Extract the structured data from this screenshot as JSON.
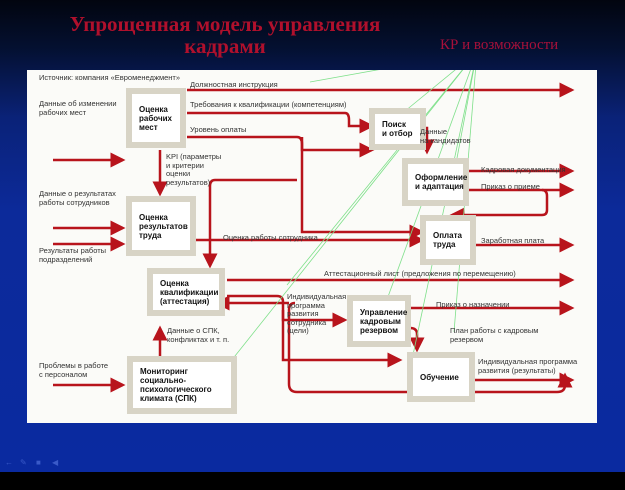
{
  "slide": {
    "title": "Упрощенная модель управления кадрами",
    "annotation": "КР и возможности",
    "colors": {
      "flow_arrow": "#b8141c",
      "annotation_lines": "#7ee08a",
      "title": "#b0102c",
      "box_frame": "#d8d4c6"
    }
  },
  "diagram": {
    "source": "Источник: компания «Евроменеджмент»",
    "boxes": {
      "job_eval": "Оценка\nрабочих\nмест",
      "search": "Поиск\nи отбор",
      "onboarding": "Оформление\nи адаптация",
      "perf_eval": "Оценка\nрезультатов\nтруда",
      "pay": "Оплата\nтруда",
      "qual_eval": "Оценка\nквалификации\n(аттестация)",
      "reserve": "Управление\nкадровым\nрезервом",
      "training": "Обучение",
      "climate": "Мониторинг социально-\nпсихологического\nклимата (СПК)"
    },
    "inputs": {
      "job_changes": "Данные об изменении\nрабочих мест",
      "results_data": "Данные о результатах\nработы сотрудников",
      "unit_results": "Результаты работы\nподразделений",
      "staff_problems": "Проблемы в работе\nс персоналом"
    },
    "flows": {
      "job_description": "Должностная инструкция",
      "qual_requirements": "Требования к квалификации (компетенциям)",
      "pay_level": "Уровень оплаты",
      "kpi": "KPI (параметры\nи критерии\nоценки\nрезультатов)",
      "candidates": "Данные\nна кандидатов",
      "hr_docs": "Кадровая документация",
      "hiring_order": "Приказ о приеме",
      "employee_eval": "Оценка работы сотрудника",
      "salary": "Заработная плата",
      "attestation_sheet": "Аттестационный лист (предложения по перемещению)",
      "dev_program_goals": "Индивидуальная\nпрограмма\nразвития\nсотрудника\n(цели)",
      "appointment_order": "Приказ о назначении",
      "reserve_plan": "План работы с кадровым\nрезервом",
      "spk_data": "Данные о СПК,\nконфликтах и т. п.",
      "dev_program_results": "Индивидуальная программа\nразвития (результаты)"
    }
  },
  "nav": {
    "icons": [
      "arrow-left-icon",
      "pen-icon",
      "menu-icon",
      "speaker-icon"
    ]
  }
}
